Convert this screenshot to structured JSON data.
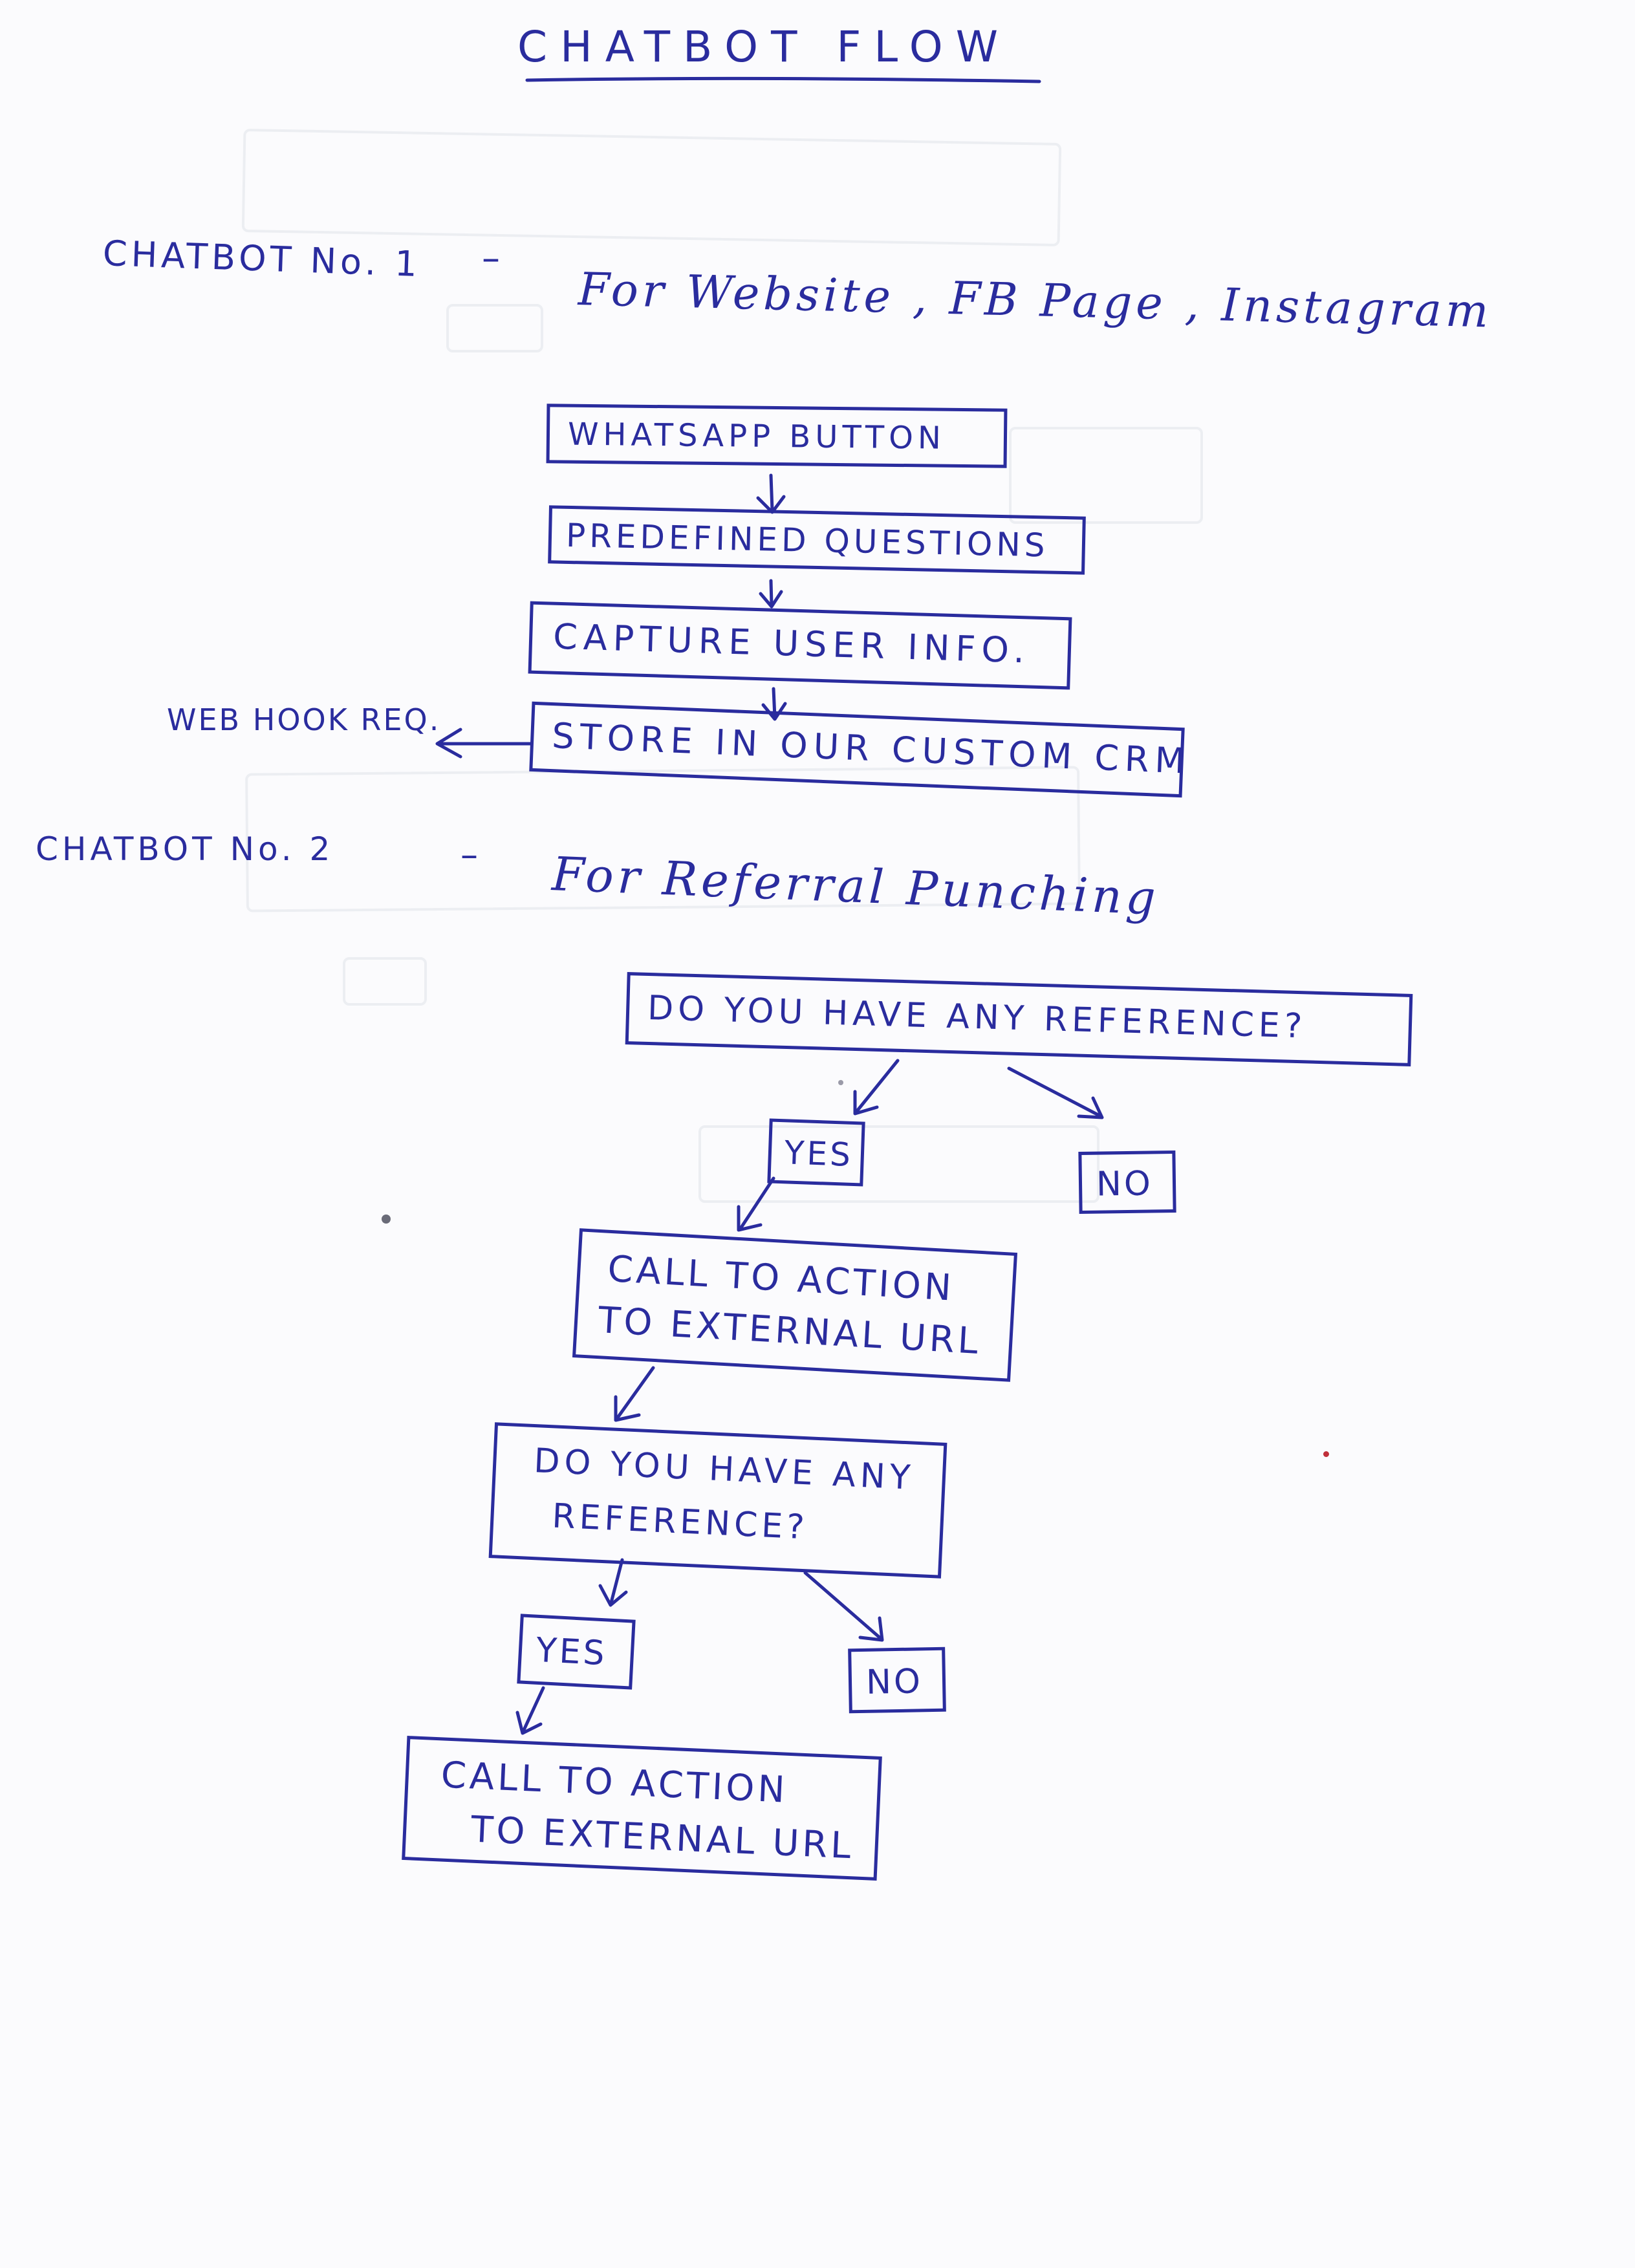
{
  "title": "CHATBOT FLOW",
  "chatbot1": {
    "label": "CHATBOT No. 1",
    "dash": "–",
    "description": "For Website , FB Page , Instagram",
    "steps": [
      "WHATSAPP BUTTON",
      "PREDEFINED QUESTIONS",
      "CAPTURE USER INFO.",
      "STORE IN OUR CUSTOM CRM"
    ],
    "side_note": "WEB HOOK REQ."
  },
  "chatbot2": {
    "label": "CHATBOT No. 2",
    "dash": "–",
    "description": "For Referral Punching",
    "question1": "DO YOU HAVE ANY REFERENCE?",
    "yes1": "YES",
    "no1": "NO",
    "action1": [
      "CALL TO ACTION",
      "TO EXTERNAL URL"
    ],
    "question2": [
      "DO YOU HAVE ANY",
      "REFERENCE?"
    ],
    "yes2": "YES",
    "no2": "NO",
    "action2": [
      "CALL TO ACTION",
      "TO EXTERNAL URL"
    ]
  },
  "colors": {
    "ink": "#2a2c9e",
    "paper": "#fbfbfd"
  }
}
